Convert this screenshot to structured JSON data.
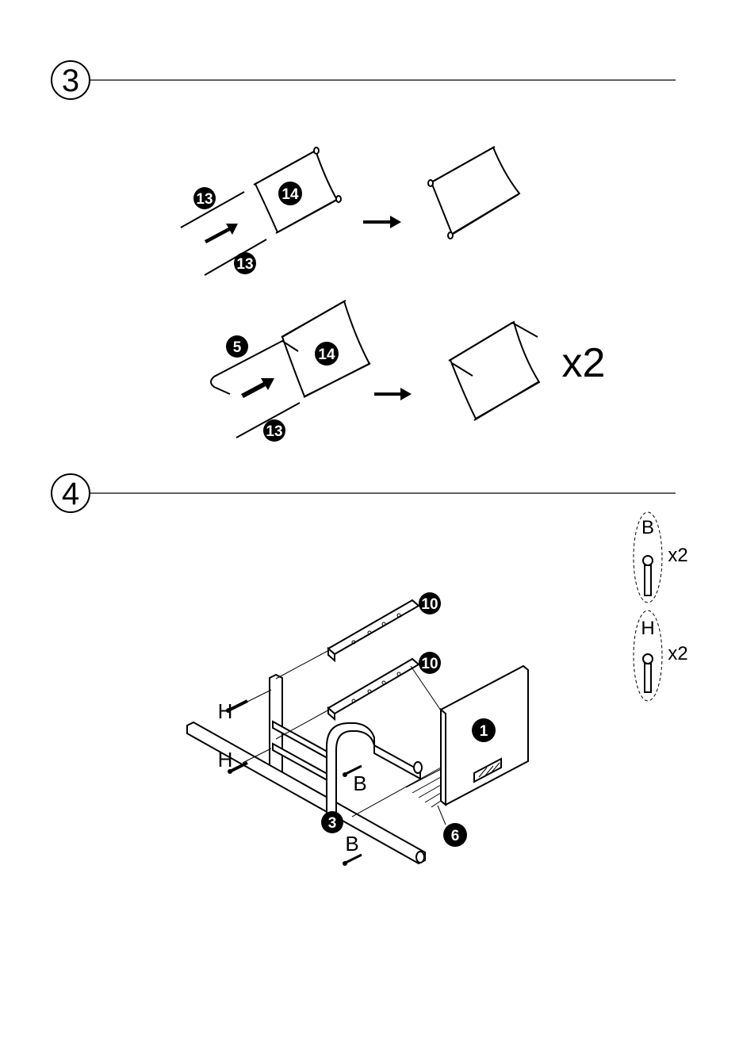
{
  "steps": [
    {
      "number": "3",
      "rows": [
        {
          "left_labels": [
            "13",
            "14",
            "13"
          ]
        },
        {
          "left_labels": [
            "5",
            "14",
            "13"
          ],
          "multiplier": "x2"
        }
      ]
    },
    {
      "number": "4",
      "part_labels": [
        "10",
        "10",
        "1",
        "3",
        "6"
      ],
      "screw_labels": [
        "H",
        "H",
        "B",
        "B"
      ],
      "hardware": [
        {
          "letter": "B",
          "quantity": "x2"
        },
        {
          "letter": "H",
          "quantity": "x2"
        }
      ]
    }
  ]
}
